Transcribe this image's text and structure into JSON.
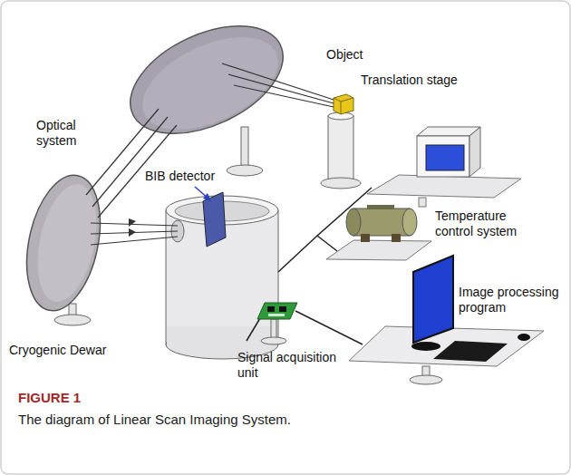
{
  "diagram": {
    "caption": "The diagram of Linear Scan Imaging System.",
    "labels": [
      "Object",
      "Optical system",
      "Translation stage",
      "BIB detector",
      "Temperature control system",
      "Image processing program",
      "Cryogenic Dewar",
      "Signal acquisition unit",
      "FIGURE 1"
    ]
  }
}
